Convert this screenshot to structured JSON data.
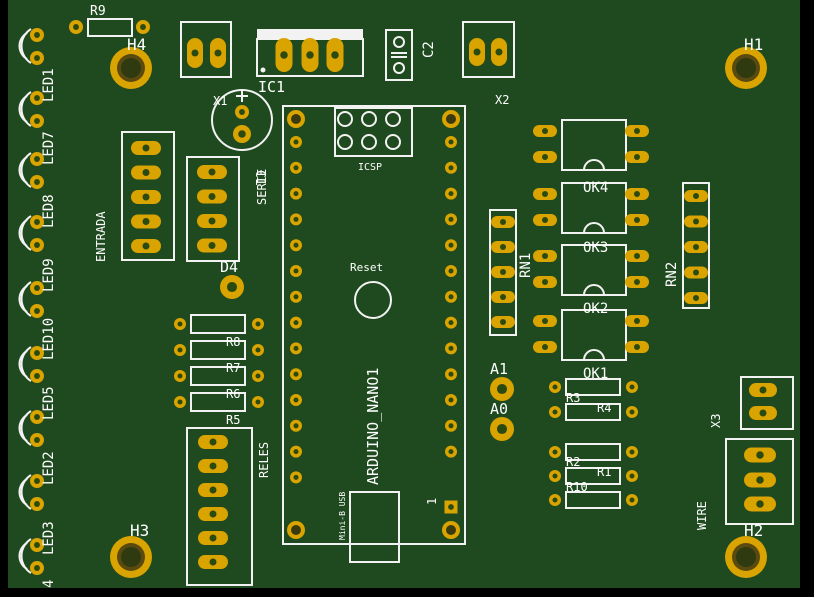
{
  "colors": {
    "board": "#1f4a1f",
    "edge": "#000000",
    "outline": "#f2f2f2",
    "pad": "#d9a300",
    "hole": "#2b4a12",
    "silk": "#ffffff"
  },
  "labels": {
    "r9": "R9",
    "h4": "H4",
    "x1": "X1",
    "ic1": "IC1",
    "c2": "C2",
    "x2": "X2",
    "h1": "H1",
    "c1": "C1",
    "icsp": "ICSP",
    "entrada": "ENTRADA",
    "serie": "SERIE",
    "d4": "D4",
    "reset": "Reset",
    "arduino": "ARDUINO_NANO1",
    "usb": "Mini-B USB",
    "pin1": "1",
    "rn1": "RN1",
    "rn2": "RN2",
    "ok4": "OK4",
    "ok3": "OK3",
    "ok2": "OK2",
    "ok1": "OK1",
    "r8": "R8",
    "r7": "R7",
    "r6": "R6",
    "r5": "R5",
    "reles": "RELES",
    "a1": "A1",
    "a0": "A0",
    "r3": "R3",
    "r4": "R4",
    "r2": "R2",
    "r1": "R1",
    "r10": "R10",
    "x3": "X3",
    "wire": "WIRE",
    "h3": "H3",
    "h2": "H2",
    "leds": [
      "LED1",
      "LED7",
      "LED8",
      "LED9",
      "LED10",
      "LED5",
      "LED2",
      "LED3",
      "4"
    ]
  }
}
